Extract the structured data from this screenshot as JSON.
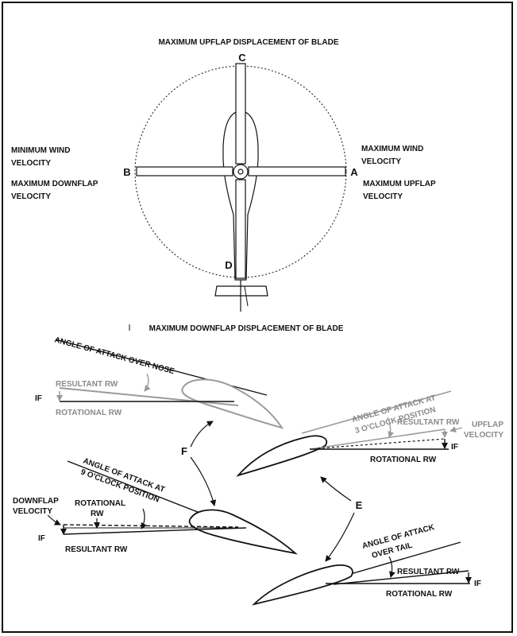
{
  "top": {
    "title_top": "MAXIMUM UPFLAP DISPLACEMENT OF BLADE",
    "title_bottom": "MAXIMUM DOWNFLAP DISPLACEMENT OF BLADE",
    "letter_a": "A",
    "letter_b": "B",
    "letter_c": "C",
    "letter_d": "D",
    "left_1a": "MINIMUM WIND",
    "left_1b": "VELOCITY",
    "left_2a": "MAXIMUM DOWNFLAP",
    "left_2b": "VELOCITY",
    "right_1a": "MAXIMUM WIND",
    "right_1b": "VELOCITY",
    "right_2a": "MAXIMUM  UPFLAP",
    "right_2b": "VELOCITY"
  },
  "nose": {
    "aoa": "ANGLE OF ATTACK OVER NOSE",
    "resultant": "RESULTANT RW",
    "rotational": "ROTATIONAL RW",
    "if": "IF"
  },
  "three": {
    "aoa_1": "ANGLE OF ATTACK AT",
    "aoa_2": "3 O'CLOCK POSITION",
    "resultant": "RESULTANT RW",
    "rotational": "ROTATIONAL RW",
    "if": "IF",
    "upflap_1": "UPFLAP",
    "upflap_2": "VELOCITY"
  },
  "nine": {
    "aoa_1": "ANGLE OF ATTACK AT",
    "aoa_2": "9 O'CLOCK POSITION",
    "downflap_1": "DOWNFLAP",
    "downflap_2": "VELOCITY",
    "rotational_1": "ROTATIONAL",
    "rotational_2": "RW",
    "resultant": "RESULTANT RW",
    "if": "IF"
  },
  "tail": {
    "aoa_1": "ANGLE OF ATTACK",
    "aoa_2": "OVER TAIL",
    "resultant": "RESULTANT RW",
    "rotational": "ROTATIONAL RW",
    "if": "IF"
  },
  "callouts": {
    "f": "F",
    "e": "E"
  },
  "colors": {
    "ink": "#111111",
    "gray": "#9a9a9a"
  }
}
